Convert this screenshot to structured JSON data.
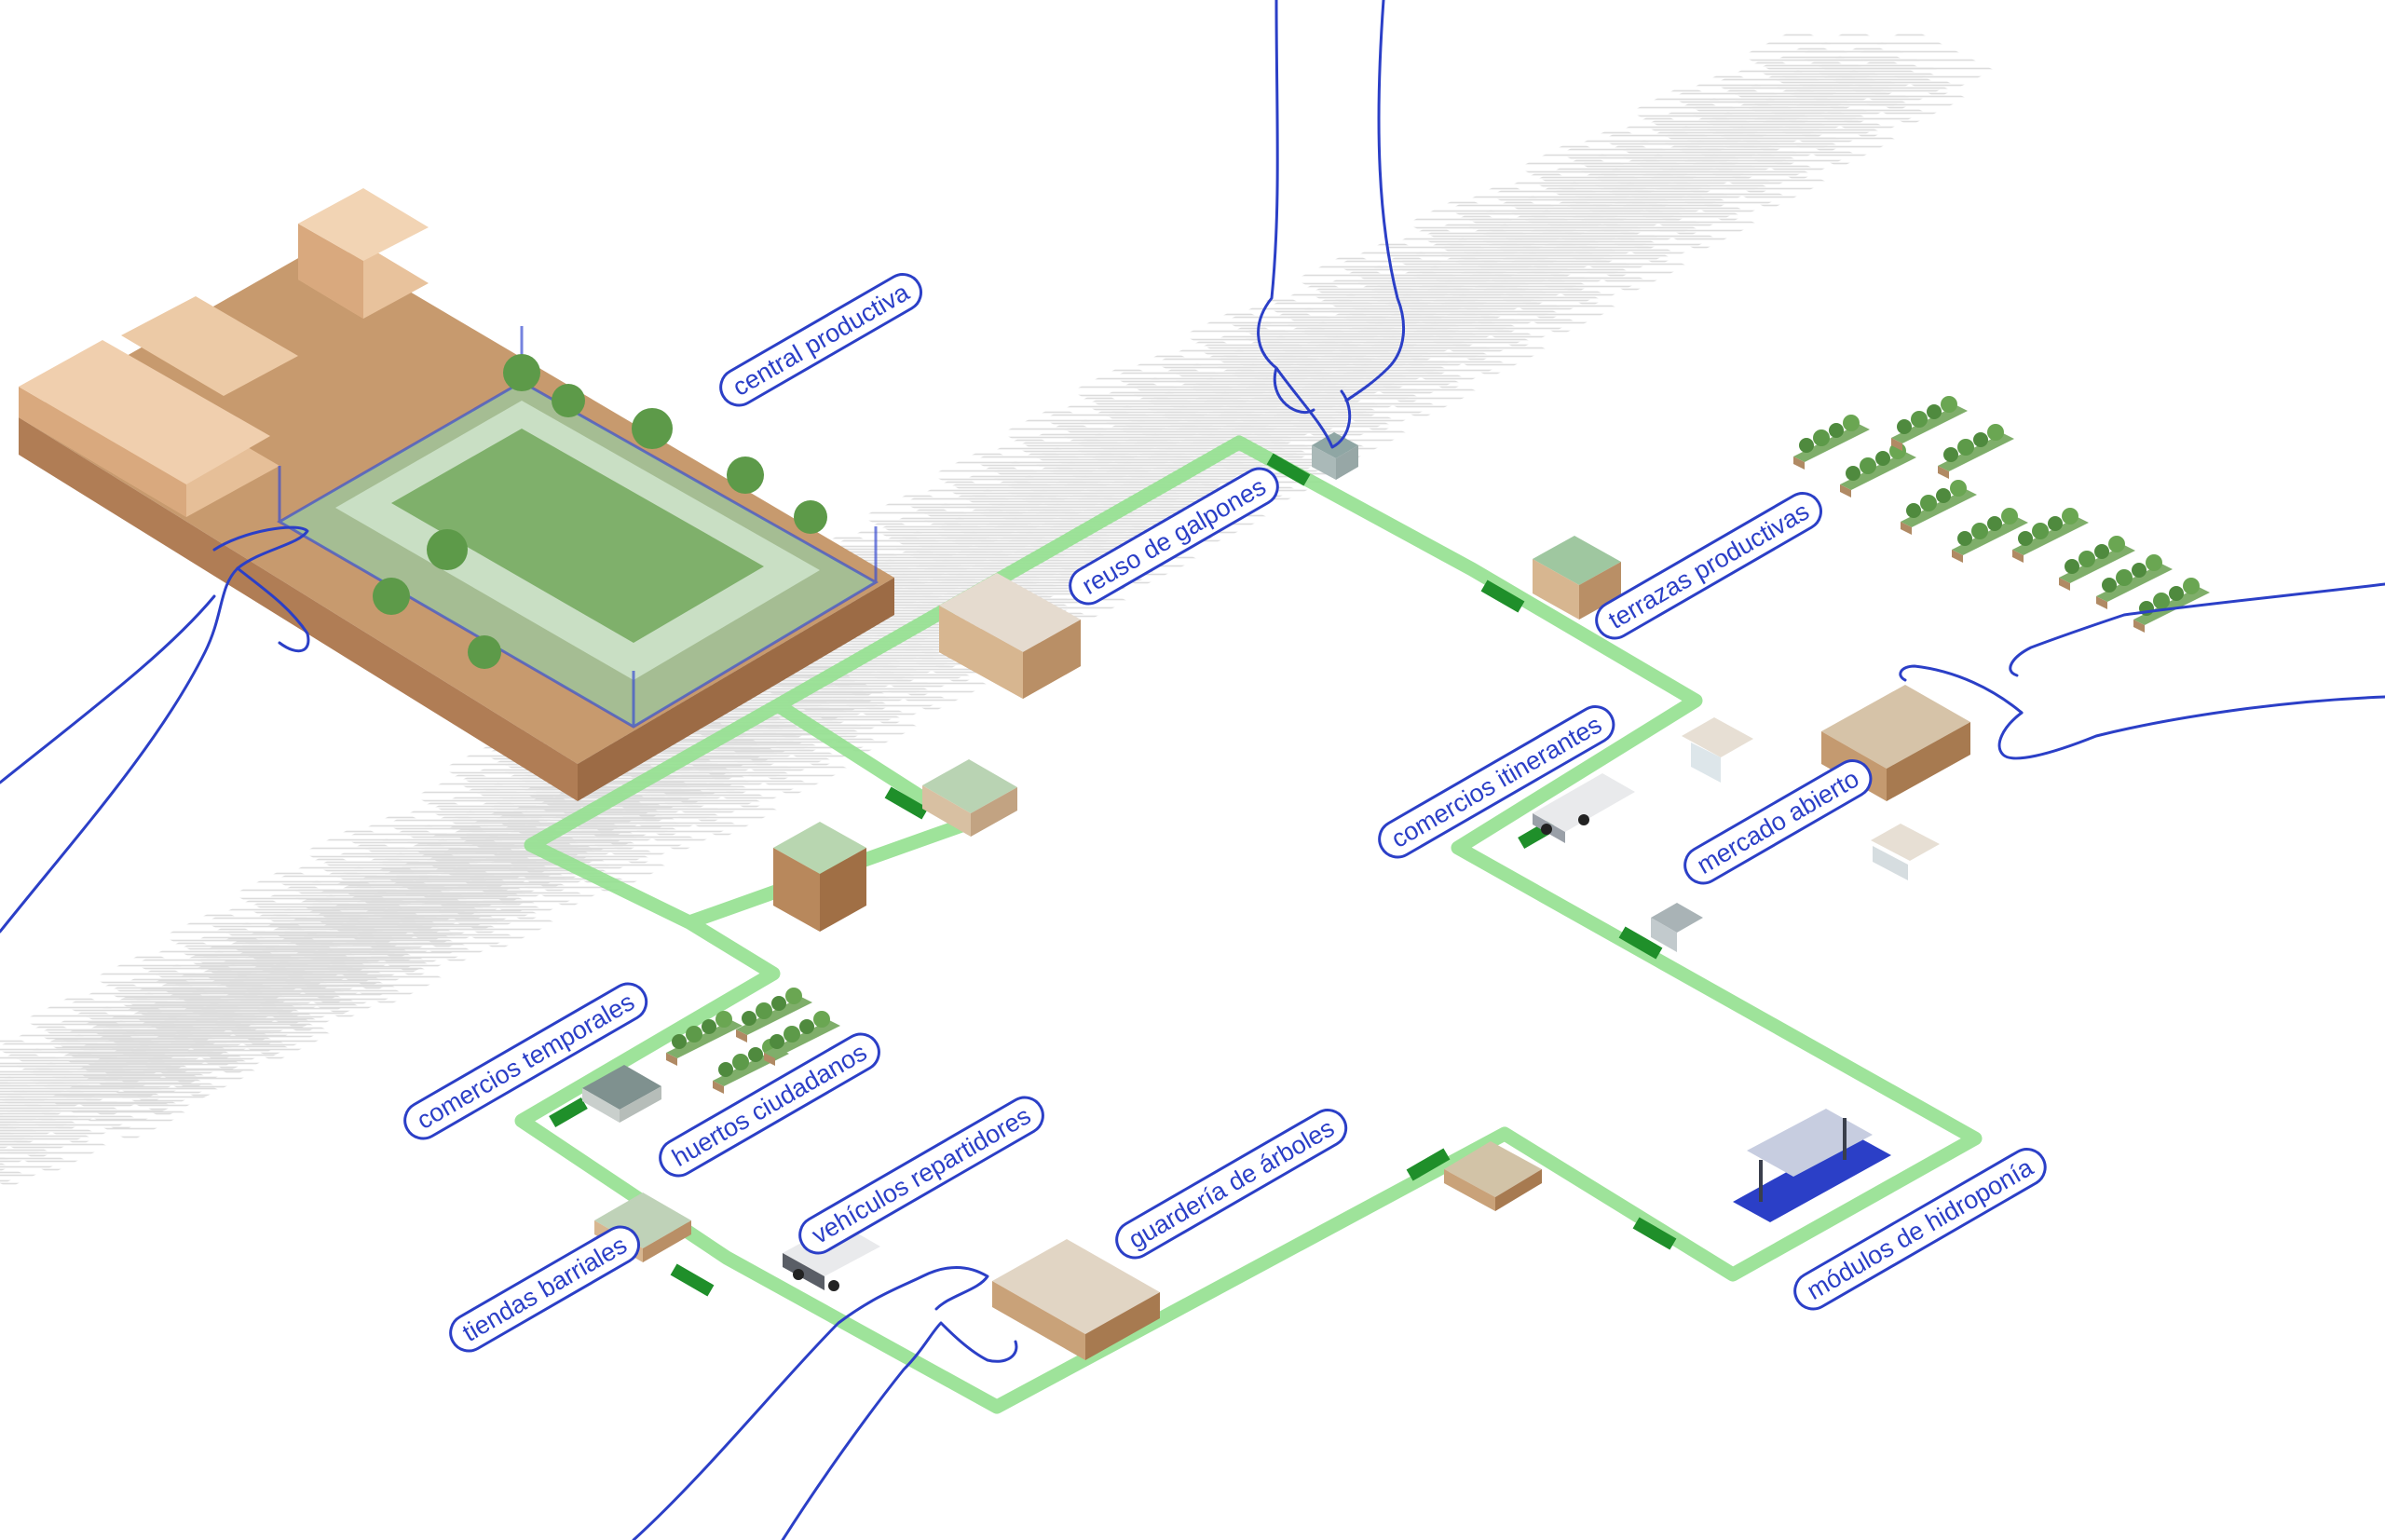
{
  "colors": {
    "route": "#93e08f",
    "route_stop": "#1f8f2a",
    "label": "#2b3fc7",
    "hand_line": "#2b3fc7",
    "block_line": "#e1e1e1",
    "wood": "#d9b48c",
    "roof": "#a9c9a0"
  },
  "labels": {
    "central_productiva": "central productiva",
    "reuso_de_galpones": "reuso de galpones",
    "terrazas_productivas": "terrazas productivas",
    "comercios_itinerantes": "comercios itinerantes",
    "mercado_abierto": "mercado abierto",
    "comercios_temporales": "comercios temporales",
    "huertos_ciudadanos": "huertos ciudadanos",
    "vehiculos_repartidores": "vehículos repartidores",
    "guarderia_de_arboles": "guardería de árboles",
    "tiendas_barriales": "tiendas barriales",
    "modulos_de_hidroponia": "módulos de hidroponía"
  },
  "icons": [
    "hand-icon",
    "building-icon",
    "greenhouse-icon",
    "truck-icon",
    "kiosk-icon",
    "planter-icon"
  ]
}
